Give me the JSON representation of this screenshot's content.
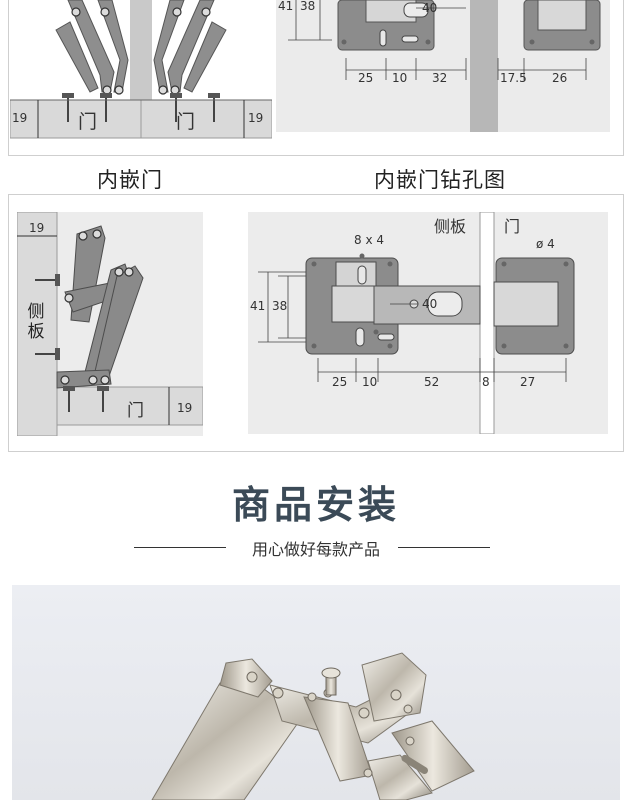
{
  "top": {
    "left_labels": {
      "door_left": "门",
      "door_right": "门",
      "dim_left": "19",
      "dim_right": "19"
    },
    "right_dims": {
      "v1": "41",
      "v2": "38",
      "hole": "40",
      "d25": "25",
      "d10": "10",
      "d32": "32",
      "d175": "17.5",
      "d26": "26"
    },
    "caption_left": "内嵌门",
    "caption_right": "内嵌门钻孔图"
  },
  "middle": {
    "left": {
      "dim_top": "19",
      "side_panel": "侧板",
      "door": "门",
      "dim_bottom": "19"
    },
    "right": {
      "side_label": "侧板",
      "door_label": "门",
      "slot": "8 x 4",
      "screw": "ø 4",
      "v1": "41",
      "v2": "38",
      "hole": "40",
      "d25": "25",
      "d10": "10",
      "d52": "52",
      "d8": "8",
      "d27": "27"
    }
  },
  "install": {
    "title": "商品安装",
    "subtitle": "用心做好每款产品"
  }
}
